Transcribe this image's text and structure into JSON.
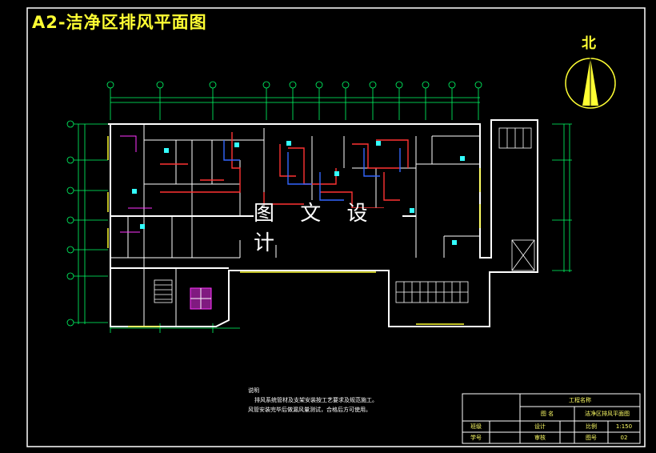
{
  "title": "A2-洁净区排风平面图",
  "north": "北",
  "watermark": "图 文 设 计",
  "notes": {
    "heading": "说明",
    "line1": "排风系统管材及支架安装按工艺要求及规范施工。",
    "line2": "风管安装完毕后做漏风量测试，合格后方可使用。"
  },
  "title_block": {
    "project_label": "工程名称",
    "drawing_label": "图 名",
    "drawing_name": "洁净区排风平面图",
    "design_label": "设计",
    "scale_label": "比例",
    "scale_value": "1:150",
    "check_label": "审核",
    "number_label": "图号",
    "number_value": "02",
    "class_label": "班级",
    "student_label": "学号"
  },
  "colors": {
    "background": "#000000",
    "frame": "#ffffff",
    "wall": "#ffffff",
    "axis": "#00ff66",
    "duct_red": "#ff3333",
    "duct_blue": "#3366ff",
    "magenta": "#ff33ff",
    "yellow": "#ffff33",
    "cyan": "#33ffff"
  }
}
